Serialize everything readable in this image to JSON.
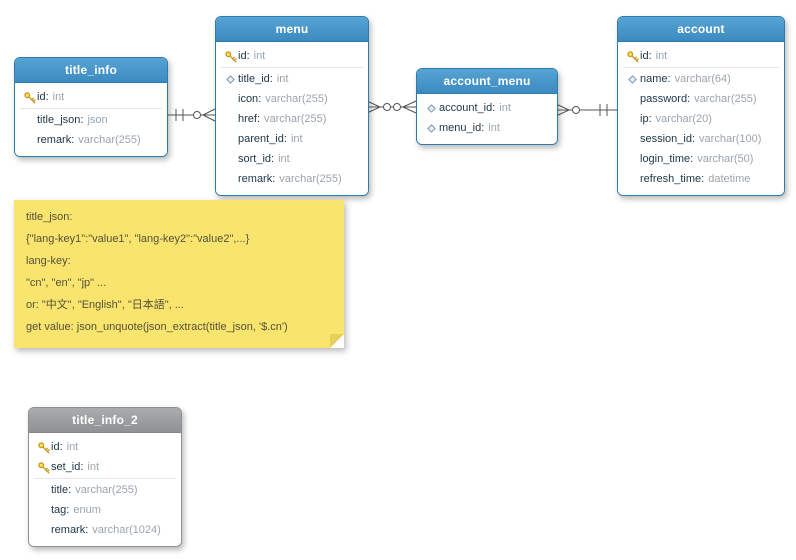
{
  "tables": {
    "title_info": {
      "title": "title_info",
      "fields": [
        {
          "icon": "key-icon",
          "label": "id",
          "type": "int"
        },
        {
          "icon": "none",
          "label": "title_json",
          "type": "json"
        },
        {
          "icon": "none",
          "label": "remark",
          "type": "varchar(255)"
        }
      ]
    },
    "menu": {
      "title": "menu",
      "fields": [
        {
          "icon": "key-icon",
          "label": "id",
          "type": "int"
        },
        {
          "icon": "diamond-icon",
          "label": "title_id",
          "type": "int"
        },
        {
          "icon": "none",
          "label": "icon",
          "type": "varchar(255)"
        },
        {
          "icon": "none",
          "label": "href",
          "type": "varchar(255)"
        },
        {
          "icon": "none",
          "label": "parent_id",
          "type": "int"
        },
        {
          "icon": "none",
          "label": "sort_id",
          "type": "int"
        },
        {
          "icon": "none",
          "label": "remark",
          "type": "varchar(255)"
        }
      ]
    },
    "account_menu": {
      "title": "account_menu",
      "fields": [
        {
          "icon": "diamond-icon",
          "label": "account_id",
          "type": "int"
        },
        {
          "icon": "diamond-icon",
          "label": "menu_id",
          "type": "int"
        }
      ]
    },
    "account": {
      "title": "account",
      "fields": [
        {
          "icon": "key-icon",
          "label": "id",
          "type": "int"
        },
        {
          "icon": "diamond-icon",
          "label": "name",
          "type": "varchar(64)"
        },
        {
          "icon": "none",
          "label": "password",
          "type": "varchar(255)"
        },
        {
          "icon": "none",
          "label": "ip",
          "type": "varchar(20)"
        },
        {
          "icon": "none",
          "label": "session_id",
          "type": "varchar(100)"
        },
        {
          "icon": "none",
          "label": "login_time",
          "type": "varchar(50)"
        },
        {
          "icon": "none",
          "label": "refresh_time",
          "type": "datetime"
        }
      ]
    },
    "title_info_2": {
      "title": "title_info_2",
      "fields": [
        {
          "icon": "key-icon",
          "label": "id",
          "type": "int"
        },
        {
          "icon": "key-icon",
          "label": "set_id",
          "type": "int"
        },
        {
          "icon": "none",
          "label": "title",
          "type": "varchar(255)"
        },
        {
          "icon": "none",
          "label": "tag",
          "type": "enum"
        },
        {
          "icon": "none",
          "label": "remark",
          "type": "varchar(1024)"
        }
      ]
    }
  },
  "note": {
    "lines": [
      "title_json:",
      "{\"lang-key1\":\"value1\", \"lang-key2\":\"value2\",...}",
      "lang-key:",
      "\"cn\", \"en\", \"jp\" ...",
      "or: \"中文\", \"English\", \"日本語\", ...",
      "get value: json_unquote(json_extract(title_json, '$.cn')"
    ]
  },
  "relationships": [
    {
      "from": "title_info",
      "to": "menu"
    },
    {
      "from": "menu",
      "to": "account_menu"
    },
    {
      "from": "account_menu",
      "to": "account"
    }
  ],
  "colors": {
    "header_blue": "#4696c8",
    "header_gray": "#9d9fa1",
    "note_yellow": "#f9e56d",
    "key_gold": "#c79a20",
    "connector": "#555555"
  }
}
